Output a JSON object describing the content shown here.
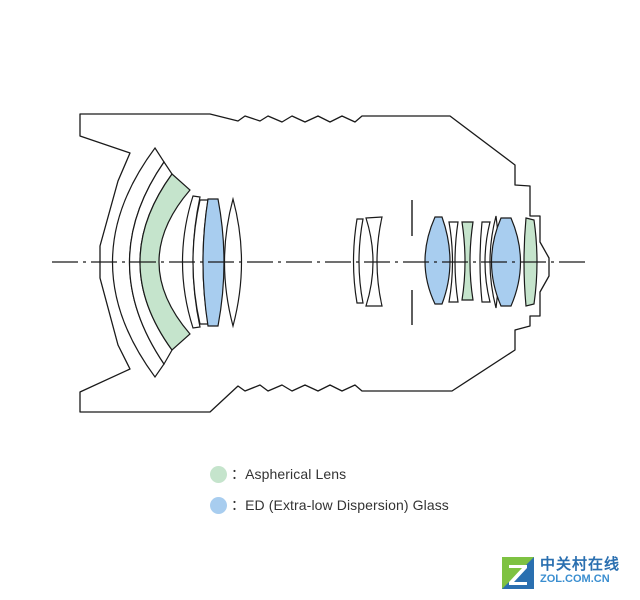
{
  "colors": {
    "aspherical": "#c5e4cc",
    "ed_glass": "#a8cdef",
    "outline": "#1a1a1a",
    "watermark_blue": "#2a6fb0",
    "watermark_green": "#7ec242"
  },
  "legend": {
    "items": [
      {
        "label": "：Aspherical Lens",
        "color": "#c5e4cc"
      },
      {
        "label": "：ED (Extra-low Dispersion) Glass",
        "color": "#a8cdef"
      }
    ]
  },
  "watermark": {
    "logo_icon": "zol-logo-icon",
    "chinese": "中关村在线",
    "domain": "ZOL.COM.CN"
  }
}
